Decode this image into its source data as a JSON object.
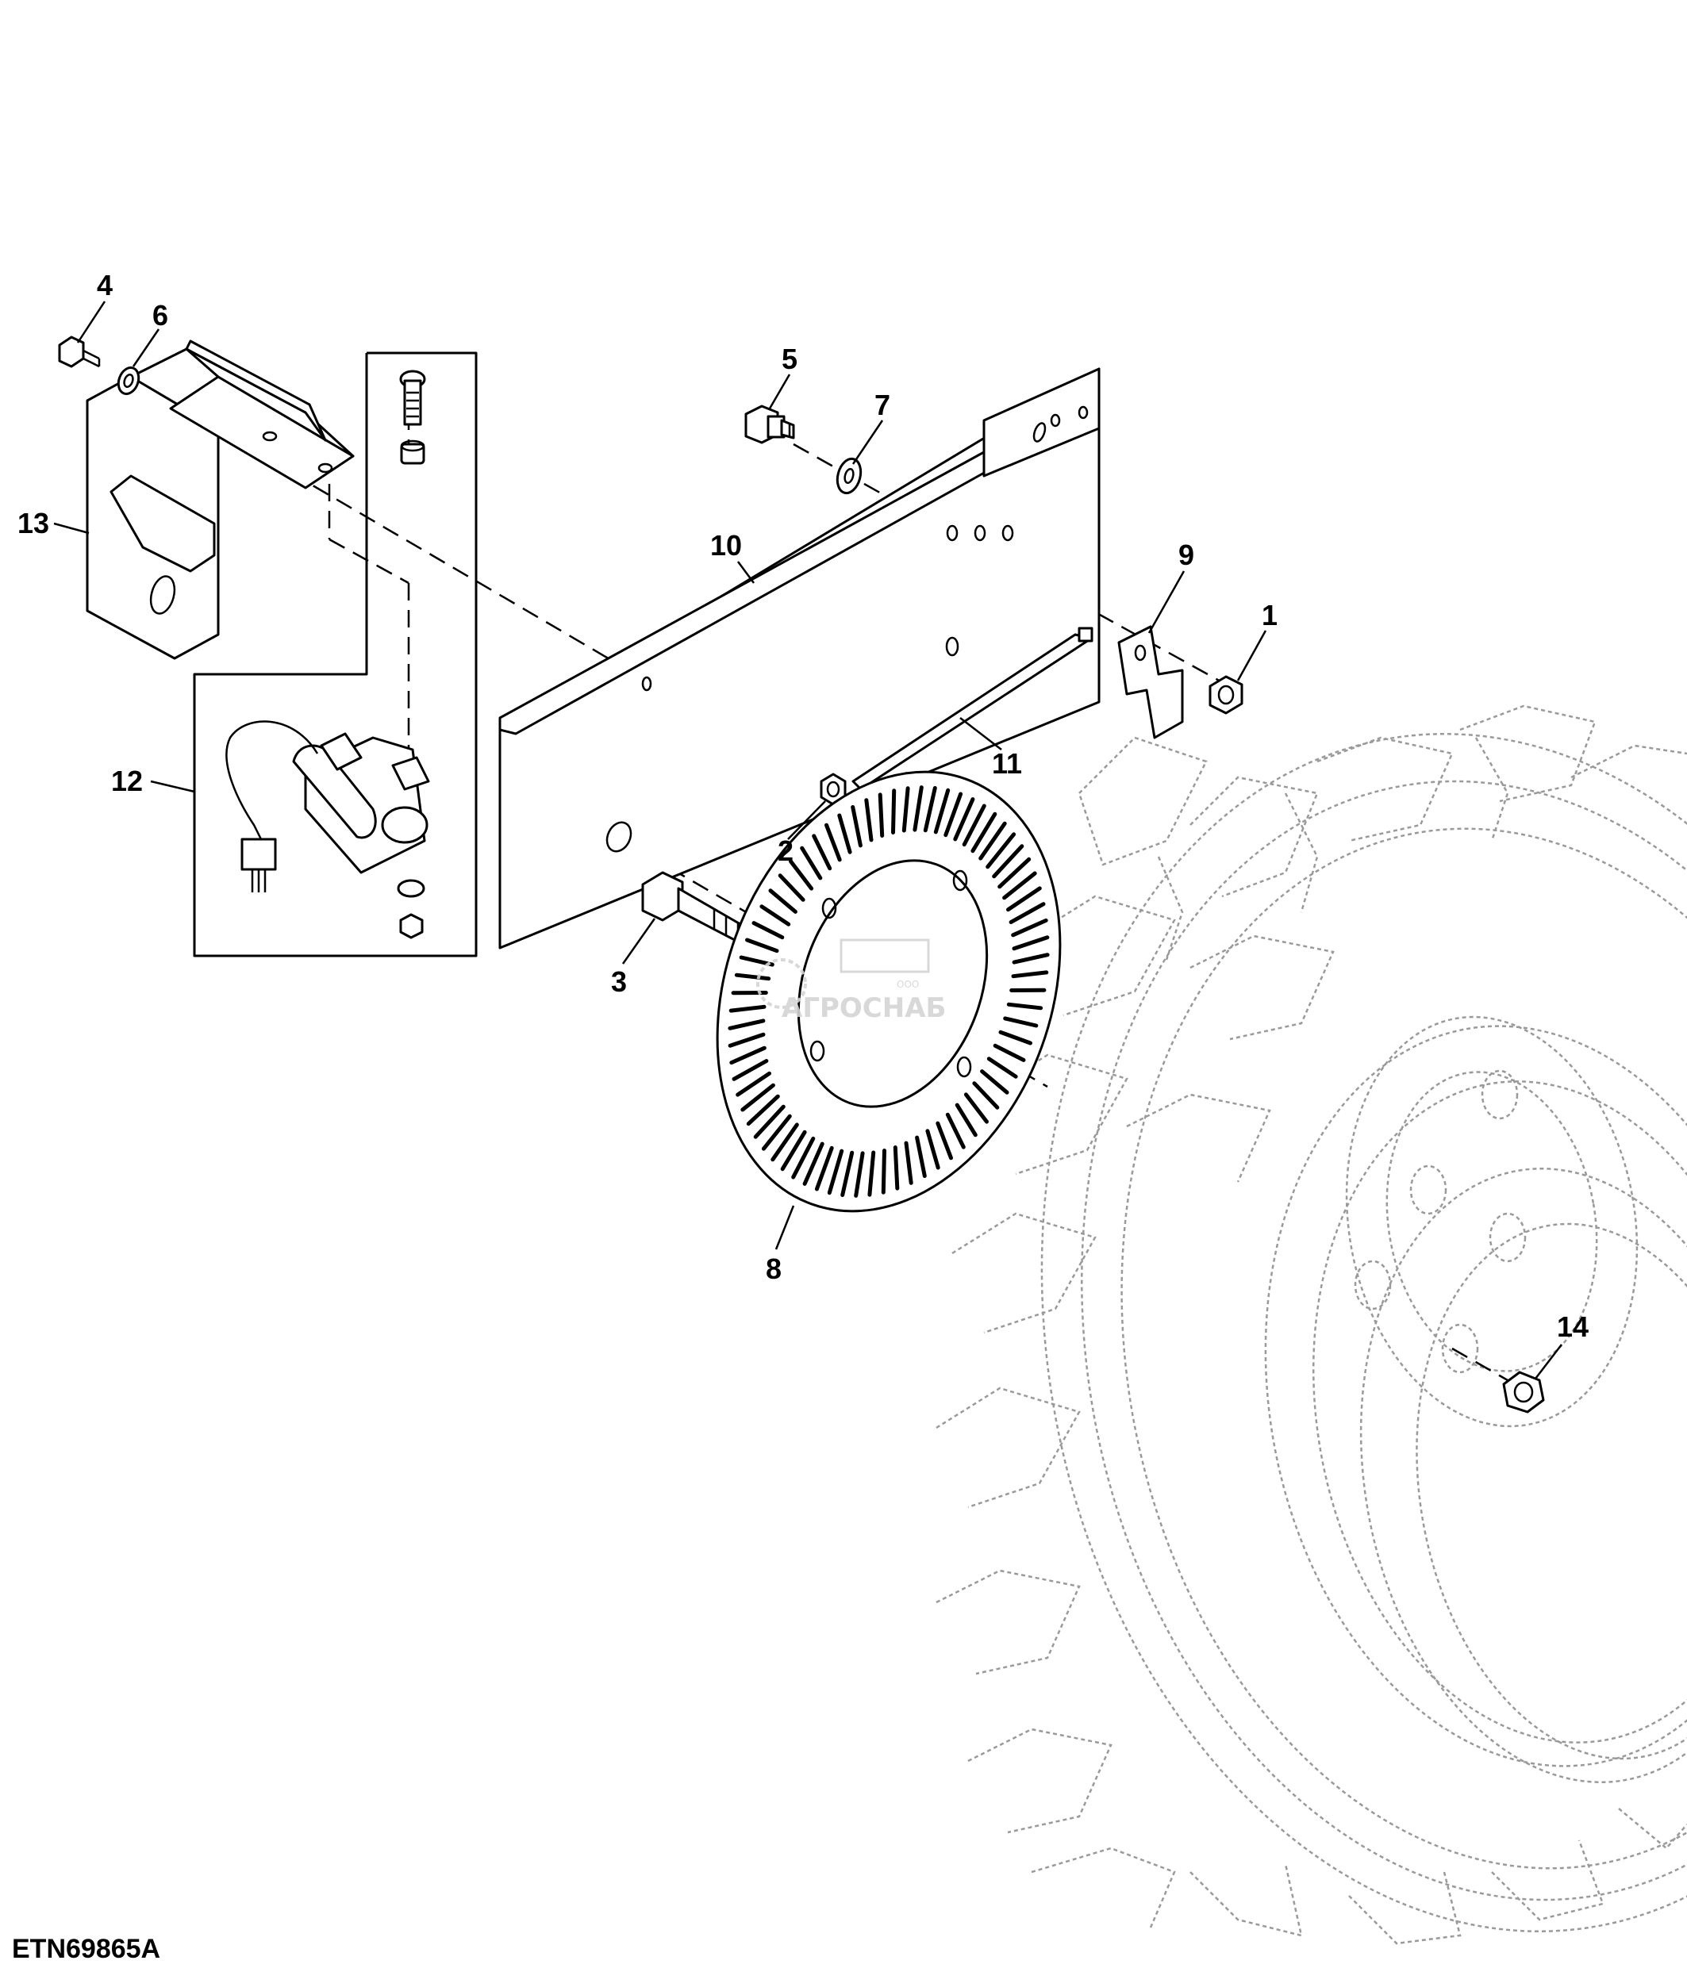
{
  "figure_id": "ETN69865A",
  "watermark": {
    "brand": "АГРОСНАБ",
    "prefix": "ООО"
  },
  "callouts": [
    {
      "id": "c1",
      "text": "1"
    },
    {
      "id": "c2",
      "text": "2"
    },
    {
      "id": "c3",
      "text": "3"
    },
    {
      "id": "c4",
      "text": "4"
    },
    {
      "id": "c5",
      "text": "5"
    },
    {
      "id": "c6",
      "text": "6"
    },
    {
      "id": "c7",
      "text": "7"
    },
    {
      "id": "c8",
      "text": "8"
    },
    {
      "id": "c9",
      "text": "9"
    },
    {
      "id": "c10",
      "text": "10"
    },
    {
      "id": "c11",
      "text": "11"
    },
    {
      "id": "c12",
      "text": "12"
    },
    {
      "id": "c13",
      "text": "13"
    },
    {
      "id": "c14",
      "text": "14"
    }
  ],
  "colors": {
    "line": "#000000",
    "ghost_line": "#9a9a9a",
    "watermark": "#d4d4d4",
    "background": "#ffffff"
  }
}
